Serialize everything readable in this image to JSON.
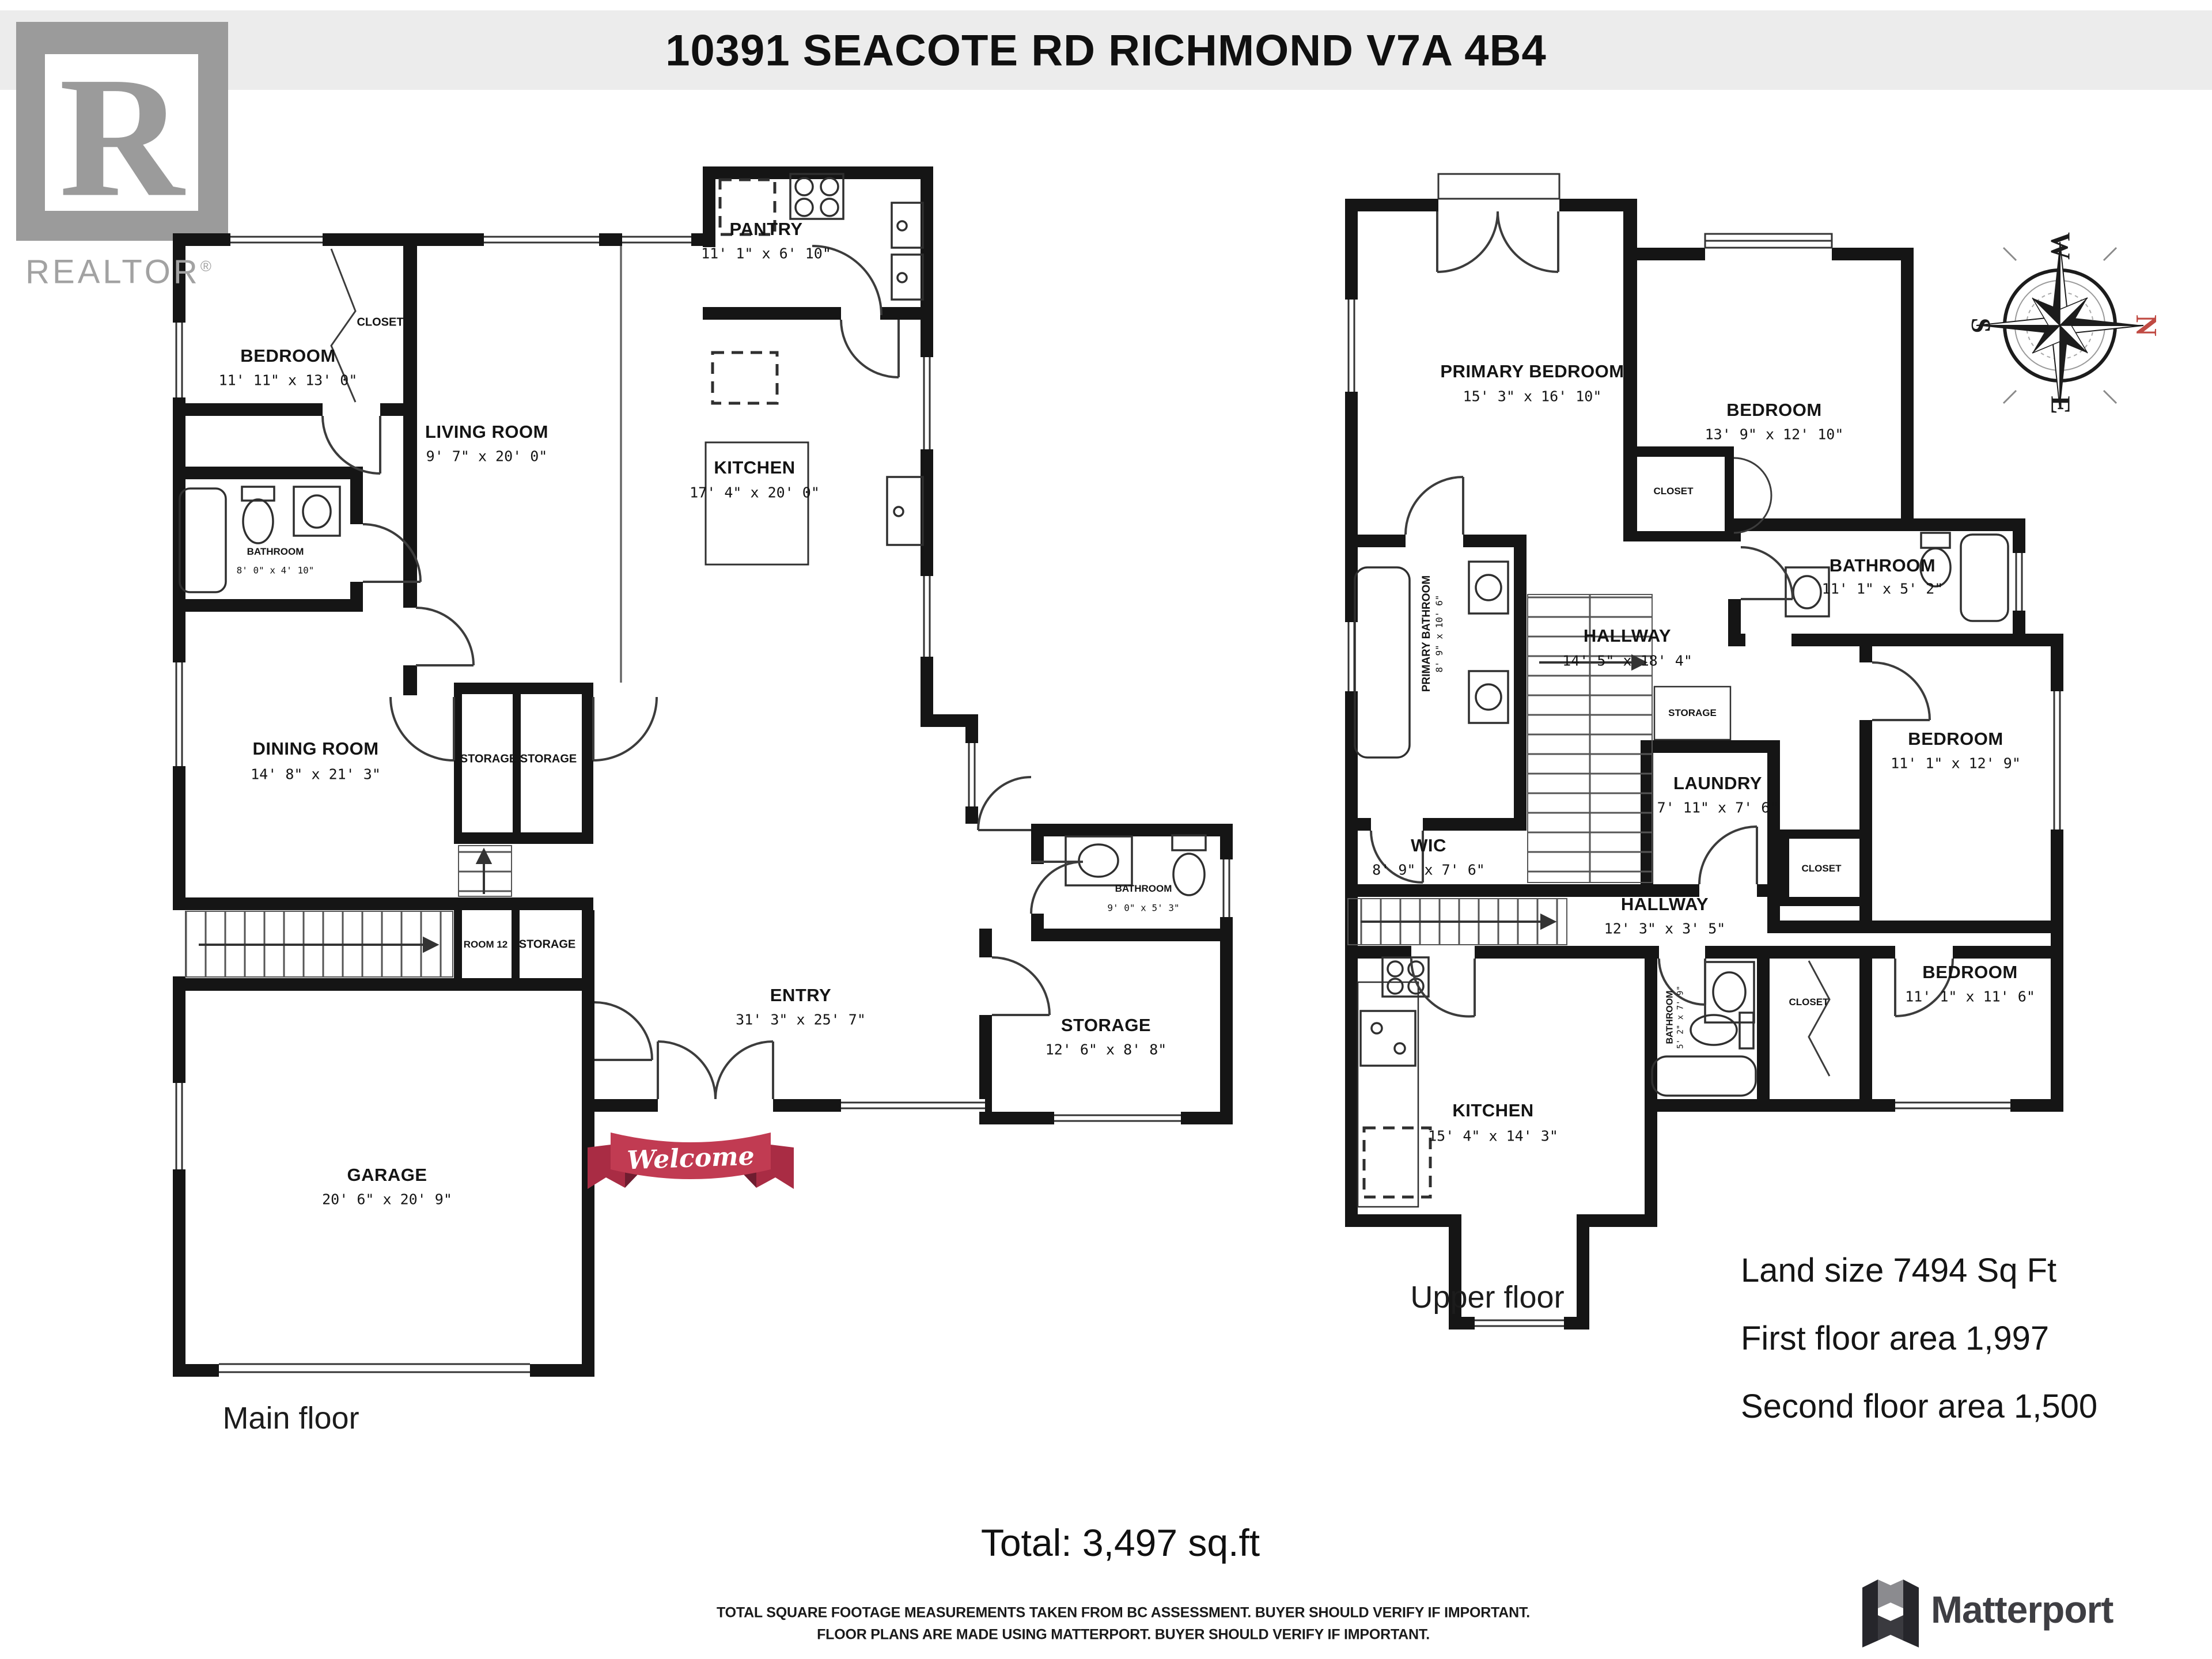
{
  "page": {
    "title": "10391 SEACOTE RD RICHMOND V7A 4B4"
  },
  "branding": {
    "realtor_r": "R",
    "realtor_text": "REALTOR",
    "registered": "®",
    "matterport": "Matterport"
  },
  "banner": {
    "text": "Welcome"
  },
  "compass": {
    "n": "N",
    "s": "S",
    "e": "E",
    "w": "W"
  },
  "main_floor": {
    "label": "Main floor",
    "rooms": {
      "bedroom": {
        "name": "BEDROOM",
        "dims": "11' 11\" x 13' 0\""
      },
      "closet": {
        "name": "CLOSET"
      },
      "living": {
        "name": "LIVING ROOM",
        "dims": "9' 7\" x 20' 0\""
      },
      "pantry": {
        "name": "PANTRY",
        "dims": "11' 1\" x 6' 10\""
      },
      "kitchen": {
        "name": "KITCHEN",
        "dims": "17' 4\" x 20' 0\""
      },
      "bathroom_left": {
        "name": "BATHROOM",
        "dims": "8' 0\" x 4' 10\""
      },
      "dining": {
        "name": "DINING ROOM",
        "dims": "14' 8\" x 21' 3\""
      },
      "storage_a": {
        "name": "STORAGE"
      },
      "storage_b": {
        "name": "STORAGE"
      },
      "room12": {
        "name": "ROOM 12"
      },
      "storage_c": {
        "name": "STORAGE"
      },
      "entry": {
        "name": "ENTRY",
        "dims": "31' 3\" x 25' 7\""
      },
      "bathroom_entry": {
        "name": "BATHROOM",
        "dims": "9' 0\" x 5' 3\""
      },
      "storage_d": {
        "name": "STORAGE",
        "dims": "12' 6\" x 8' 8\""
      },
      "garage": {
        "name": "GARAGE",
        "dims": "20' 6\" x 20' 9\""
      }
    }
  },
  "upper_floor": {
    "label": "Upper floor",
    "rooms": {
      "primary_bedroom": {
        "name": "PRIMARY BEDROOM",
        "dims": "15' 3\" x 16' 10\""
      },
      "bedroom_top": {
        "name": "BEDROOM",
        "dims": "13' 9\" x 12' 10\""
      },
      "closet_top": {
        "name": "CLOSET"
      },
      "bathroom_top": {
        "name": "BATHROOM",
        "dims": "11' 1\" x 5' 2\""
      },
      "primary_bathroom": {
        "name": "PRIMARY BATHROOM",
        "dims": "8' 9\" x 10' 6\""
      },
      "hallway": {
        "name": "HALLWAY",
        "dims": "14' 5\" x 18' 4\""
      },
      "storage": {
        "name": "STORAGE"
      },
      "wic": {
        "name": "WIC",
        "dims": "8' 9\" x 7' 6\""
      },
      "laundry": {
        "name": "LAUNDRY",
        "dims": "7' 11\" x 7' 6\""
      },
      "bedroom_mid": {
        "name": "BEDROOM",
        "dims": "11' 1\" x 12' 9\""
      },
      "closet_mid": {
        "name": "CLOSET"
      },
      "hallway_lower": {
        "name": "HALLWAY",
        "dims": "12' 3\" x 3' 5\""
      },
      "bathroom_small": {
        "name": "BATHROOM",
        "dims": "5' 2\" x 7' 9\""
      },
      "closet_small": {
        "name": "CLOSET"
      },
      "bedroom_bottom": {
        "name": "BEDROOM",
        "dims": "11' 1\" x 11' 6\""
      },
      "kitchen": {
        "name": "KITCHEN",
        "dims": "15' 4\" x 14' 3\""
      }
    }
  },
  "summary": {
    "land_size": "Land size 7494 Sq Ft",
    "first_floor": "First floor area 1,997",
    "second_floor": "Second floor area 1,500",
    "total": "Total: 3,497 sq.ft"
  },
  "footer": {
    "line1": "TOTAL SQUARE FOOTAGE MEASUREMENTS TAKEN FROM BC ASSESSMENT. BUYER SHOULD VERIFY IF IMPORTANT.",
    "line2": "FLOOR PLANS ARE MADE USING MATTERPORT. BUYER SHOULD VERIFY IF IMPORTANT."
  },
  "colors": {
    "wall": "#151515",
    "title_band": "#ececec",
    "logo_gray": "#9b9b9b",
    "banner_red": "#c13b52",
    "compass_north": "#c04a43"
  }
}
